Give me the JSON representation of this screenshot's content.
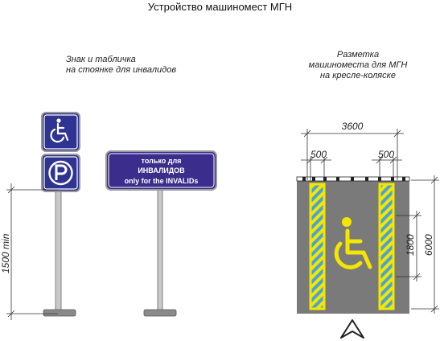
{
  "title": "Устройство машиномест МГН",
  "sign_caption": {
    "line1": "Знак и табличка",
    "line2": "на стоянке для инвалидов"
  },
  "marking_caption": {
    "line1": "Разметка",
    "line2": "машиноместа для МГН",
    "line3": "на кресле-коляске"
  },
  "plaque": {
    "line1": "только для",
    "line2": "ИНВАЛИДОВ",
    "line3": "only for the INVALIDs"
  },
  "dimensions": {
    "sign_height": "1500 min",
    "total_width": "3600",
    "stripe_left": "500",
    "stripe_right": "500",
    "symbol_height": "1800",
    "total_length": "6000"
  },
  "icons": {
    "sign_top": "wheelchair-icon",
    "sign_bottom": "parking-p-icon",
    "floor_symbol": "wheelchair-icon",
    "direction": "direction-arrow-icon"
  },
  "colors": {
    "sign_blue": "#2f3392",
    "plaque_blue": "#3a2d8c",
    "asphalt": "#7a7a7a",
    "marking_yellow": "#f5e600",
    "stripe_blue": "#4aa3d8"
  }
}
